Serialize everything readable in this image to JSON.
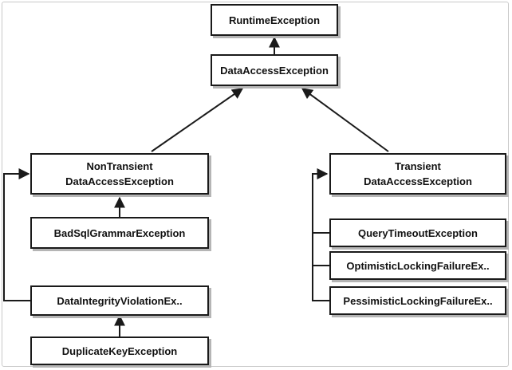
{
  "nodes": {
    "runtime": {
      "label": "RuntimeException"
    },
    "data_access": {
      "label": "DataAccessException"
    },
    "non_transient": {
      "line1": "NonTransient",
      "line2": "DataAccessException"
    },
    "transient": {
      "line1": "Transient",
      "line2": "DataAccessException"
    },
    "bad_sql": {
      "label": "BadSqlGrammarException"
    },
    "integrity": {
      "label": "DataIntegrityViolationEx.."
    },
    "duplicate_key": {
      "label": "DuplicateKeyException"
    },
    "query_timeout": {
      "label": "QueryTimeoutException"
    },
    "optimistic": {
      "label": "OptimisticLockingFailureEx.."
    },
    "pessimistic": {
      "label": "PessimisticLockingFailureEx.."
    }
  },
  "colors": {
    "border": "#1a1a1a",
    "shadow": "#b5b5b5",
    "frame": "#c9c9c9"
  }
}
